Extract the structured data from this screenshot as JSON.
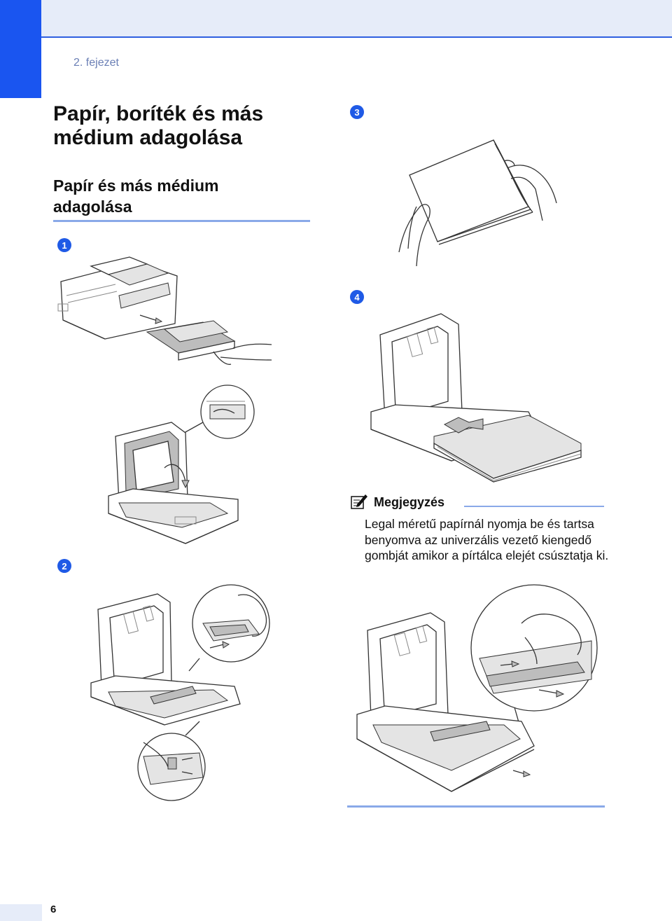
{
  "header": {
    "chapter_label": "2. fejezet"
  },
  "title": {
    "line1": "Papír, boríték és más",
    "line2": "médium adagolása"
  },
  "section": {
    "line1": "Papír és más médium",
    "line2": "adagolása"
  },
  "steps": [
    "1",
    "2",
    "3",
    "4"
  ],
  "note": {
    "icon": "note-pencil-icon",
    "title": "Megjegyzés",
    "body": "Legal méretű papírnál nyomja be és tartsa benyomva az univerzális vezető kiengedő gombját amikor a pírtálca elejét csúsztatja ki."
  },
  "footer": {
    "page_number": "6"
  },
  "colors": {
    "accent": "#1a55f0",
    "band": "#e6ecf9",
    "rule": "#8aa9e8"
  }
}
